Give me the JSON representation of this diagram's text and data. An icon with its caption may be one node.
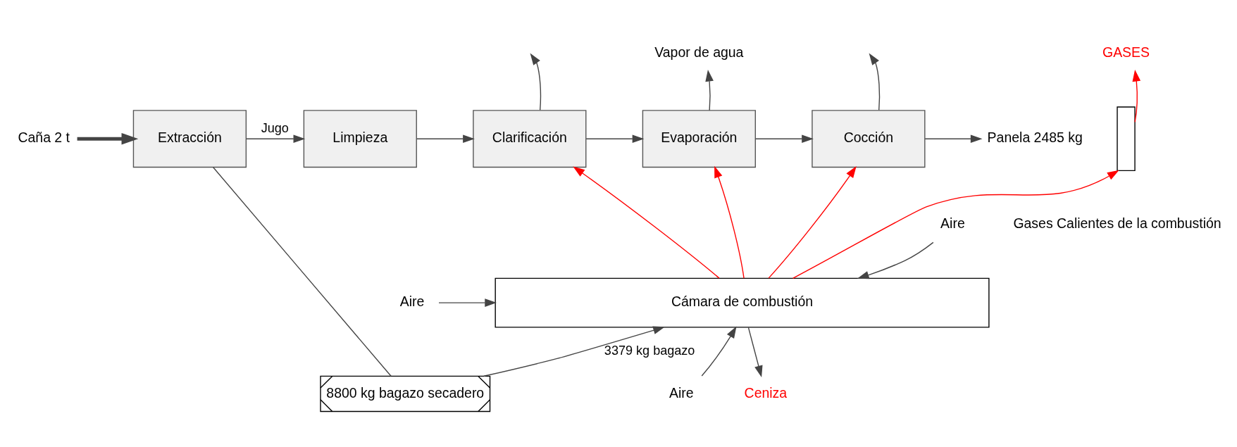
{
  "diagram": {
    "nodes": [
      {
        "text": [
          "Caña 2 t"
        ]
      },
      {
        "text": [
          "Extracción"
        ]
      },
      {
        "text": [
          "Limpieza"
        ]
      },
      {
        "text": [
          "Clarificación"
        ]
      },
      {
        "text": [
          "Evaporación"
        ]
      },
      {
        "text": [
          "Cocción"
        ]
      },
      {
        "text": [
          "Panela 2485 kg"
        ]
      },
      {
        "text": [
          "8800 kg bagazo secadero"
        ]
      },
      {
        "text": [
          "Cámara de combustión"
        ]
      },
      {
        "text": [],
        "shape": "box"
      },
      {
        "text": [
          "GASES"
        ]
      },
      {
        "text": [
          "Vapor de agua"
        ]
      },
      {
        "text": [
          "Aire"
        ]
      },
      {
        "text": [
          "Aire"
        ]
      },
      {
        "text": [
          "Aire"
        ]
      },
      {
        "text": [
          "Ceniza"
        ]
      }
    ],
    "edges": [
      {
        "from": 0,
        "to": 1,
        "arrow": "to",
        "style": "thick"
      },
      {
        "from": 1,
        "to": 2,
        "arrow": "to",
        "label": "Jugo"
      },
      {
        "from": 2,
        "to": 3,
        "arrow": "to"
      },
      {
        "from": 3,
        "to": 4,
        "arrow": "to"
      },
      {
        "from": 4,
        "to": 5,
        "arrow": "to"
      },
      {
        "from": 5,
        "to": 6,
        "arrow": "to"
      },
      {
        "from": 1,
        "to": 7,
        "arrow": "none"
      },
      {
        "from": 7,
        "to": 8,
        "arrow": "to",
        "label": "3379 kg bagazo"
      },
      {
        "from": 8,
        "to": 3,
        "arrow": "to",
        "color": "#ff0000"
      },
      {
        "from": 8,
        "to": 4,
        "arrow": "to",
        "color": "#ff0000"
      },
      {
        "from": 8,
        "to": 5,
        "arrow": "to",
        "color": "#ff0000"
      },
      {
        "from": 3,
        "to": null,
        "arrow": "to"
      },
      {
        "from": 4,
        "to": 11,
        "arrow": "to"
      },
      {
        "from": 5,
        "to": null,
        "arrow": "to"
      },
      {
        "from": 8,
        "to": 9,
        "arrow": "to",
        "color": "#ff0000"
      },
      {
        "from": 9,
        "to": 10,
        "arrow": "to",
        "color": "#ff0000"
      },
      {
        "from": 12,
        "to": 8,
        "arrow": "to"
      },
      {
        "from": 13,
        "to": 8,
        "arrow": "to"
      },
      {
        "from": 14,
        "to": 8,
        "arrow": "to"
      },
      {
        "from": 8,
        "to": 15,
        "arrow": "to"
      }
    ],
    "labels": [
      "Gases Calientes de la combustión"
    ]
  }
}
